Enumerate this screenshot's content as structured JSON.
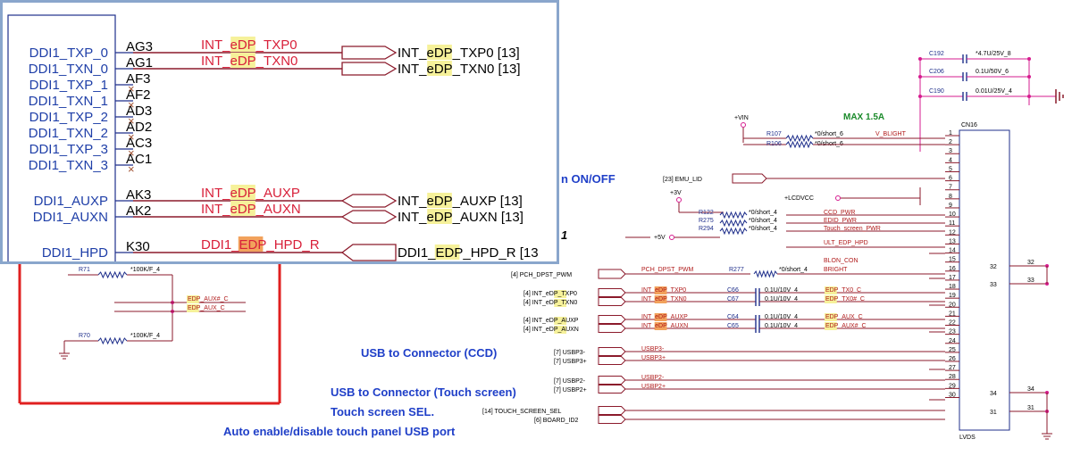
{
  "zoom": {
    "pins": [
      {
        "name": "DDI1_TXP_0",
        "ball": "AG3",
        "net": "INT_eDP_TXP0",
        "out": "INT_eDP_TXP0",
        "ref": "[13]",
        "nc": false
      },
      {
        "name": "DDI1_TXN_0",
        "ball": "AG1",
        "net": "INT_eDP_TXN0",
        "out": "INT_eDP_TXN0",
        "ref": "[13]",
        "nc": false
      },
      {
        "name": "DDI1_TXP_1",
        "ball": "AF3",
        "nc": true
      },
      {
        "name": "DDI1_TXN_1",
        "ball": "AF2",
        "nc": true
      },
      {
        "name": "DDI1_TXP_2",
        "ball": "AD3",
        "nc": true
      },
      {
        "name": "DDI1_TXN_2",
        "ball": "AD2",
        "nc": true
      },
      {
        "name": "DDI1_TXP_3",
        "ball": "AC3",
        "nc": true
      },
      {
        "name": "DDI1_TXN_3",
        "ball": "AC1",
        "nc": true
      },
      {
        "name": "DDI1_AUXP",
        "ball": "AK3",
        "net": "INT_eDP_AUXP",
        "out": "INT_eDP_AUXP",
        "ref": "[13]",
        "nc": false
      },
      {
        "name": "DDI1_AUXN",
        "ball": "AK2",
        "net": "INT_eDP_AUXN",
        "out": "INT_eDP_AUXN",
        "ref": "[13]",
        "nc": false
      },
      {
        "name": "DDI1_HPD",
        "ball": "K30",
        "net": "DDI1_EDP_HPD_R",
        "out": "DDI1_EDP_HPD_R",
        "ref": "[13",
        "nc": false
      }
    ]
  },
  "left_circuit": {
    "r71": {
      "ref": "R71",
      "value": "*100K/F_4"
    },
    "r70": {
      "ref": "R70",
      "value": "*100K/F_4"
    },
    "net_auxn": "EDP_AUX#_C",
    "net_auxp": "EDP_AUX_C"
  },
  "caps": [
    {
      "ref": "C192",
      "value": "*4.7U/25V_8"
    },
    {
      "ref": "C206",
      "value": "0.1U/50V_6"
    },
    {
      "ref": "C190",
      "value": "0.01U/25V_4"
    }
  ],
  "power": {
    "vin": "+VIN",
    "r107": {
      "ref": "R107",
      "value": "*0/short_6"
    },
    "r106": {
      "ref": "R106",
      "value": "*0/short_6"
    },
    "v_blight": "V_BLIGHT",
    "max": "MAX 1.5A",
    "plus3v": "+3V",
    "plus5v": "+5V",
    "lcdvcc": "+LCDVCC"
  },
  "connector": {
    "name": "CN16",
    "type": "LVDS",
    "pins_left": [
      "1",
      "2",
      "3",
      "4",
      "5",
      "6",
      "7",
      "8",
      "9",
      "10",
      "11",
      "12",
      "13",
      "14",
      "15",
      "16",
      "17",
      "18",
      "19",
      "20",
      "21",
      "22",
      "23",
      "24",
      "25",
      "26",
      "27",
      "28",
      "29",
      "30"
    ],
    "side_pins": [
      "32",
      "33",
      "34",
      "31"
    ]
  },
  "signals": {
    "emu_lid": {
      "ref": "[23]",
      "name": "EMU_LID"
    },
    "r122": {
      "ref": "R122",
      "value": "*0/short_4",
      "net": "CCD_PWR"
    },
    "r275": {
      "ref": "R275",
      "value": "*0/short_4",
      "net": "EDID_PWR"
    },
    "r294": {
      "ref": "R294",
      "value": "*0/short_4",
      "net": "Touch_screen_PWR"
    },
    "ult": "ULT_EDP_HPD",
    "blon": "BLON_CON",
    "pch": {
      "ref": "[4]",
      "name": "PCH_DPST_PWM",
      "net": "PCH_DPST_PWM",
      "r": "R277",
      "rv": "*0/short_4",
      "out": "BRIGHT"
    },
    "tx": [
      {
        "ref": "[4]",
        "name": "INT_eDP_TXP0",
        "net": "INT_eDP_TXP0",
        "c": "C66",
        "cv": "0.1U/10V_4",
        "out": "EDP_TX0_C"
      },
      {
        "ref": "[4]",
        "name": "INT_eDP_TXN0",
        "net": "INT_eDP_TXN0",
        "c": "C67",
        "cv": "0.1U/10V_4",
        "out": "EDP_TX0#_C"
      },
      {
        "ref": "[4]",
        "name": "INT_eDP_AUXP",
        "net": "INT_eDP_AUXP",
        "c": "C64",
        "cv": "0.1U/10V_4",
        "out": "EDP_AUX_C"
      },
      {
        "ref": "[4]",
        "name": "INT_eDP_AUXN",
        "net": "INT_eDP_AUXN",
        "c": "C65",
        "cv": "0.1U/10V_4",
        "out": "EDP_AUX#_C"
      }
    ],
    "usb": [
      {
        "ref": "[7]",
        "name": "USBP3-",
        "net": "USBP3-"
      },
      {
        "ref": "[7]",
        "name": "USBP3+",
        "net": "USBP3+"
      },
      {
        "ref": "[7]",
        "name": "USBP2-",
        "net": "USBP2-"
      },
      {
        "ref": "[7]",
        "name": "USBP2+",
        "net": "USBP2+"
      }
    ],
    "ts_sel": {
      "ref": "[14]",
      "name": "TOUCH_SCREEN_SEL"
    },
    "board_id": {
      "ref": "[6]",
      "name": "BOARD_ID2"
    }
  },
  "notes": {
    "on_off": "n ON/OFF",
    "one": "1",
    "usb_ccd": "USB to Connector (CCD)",
    "usb_touch": "USB to Connector (Touch screen)",
    "touch_sel": "Touch screen SEL.",
    "auto": "Auto enable/disable touch panel USB port"
  }
}
